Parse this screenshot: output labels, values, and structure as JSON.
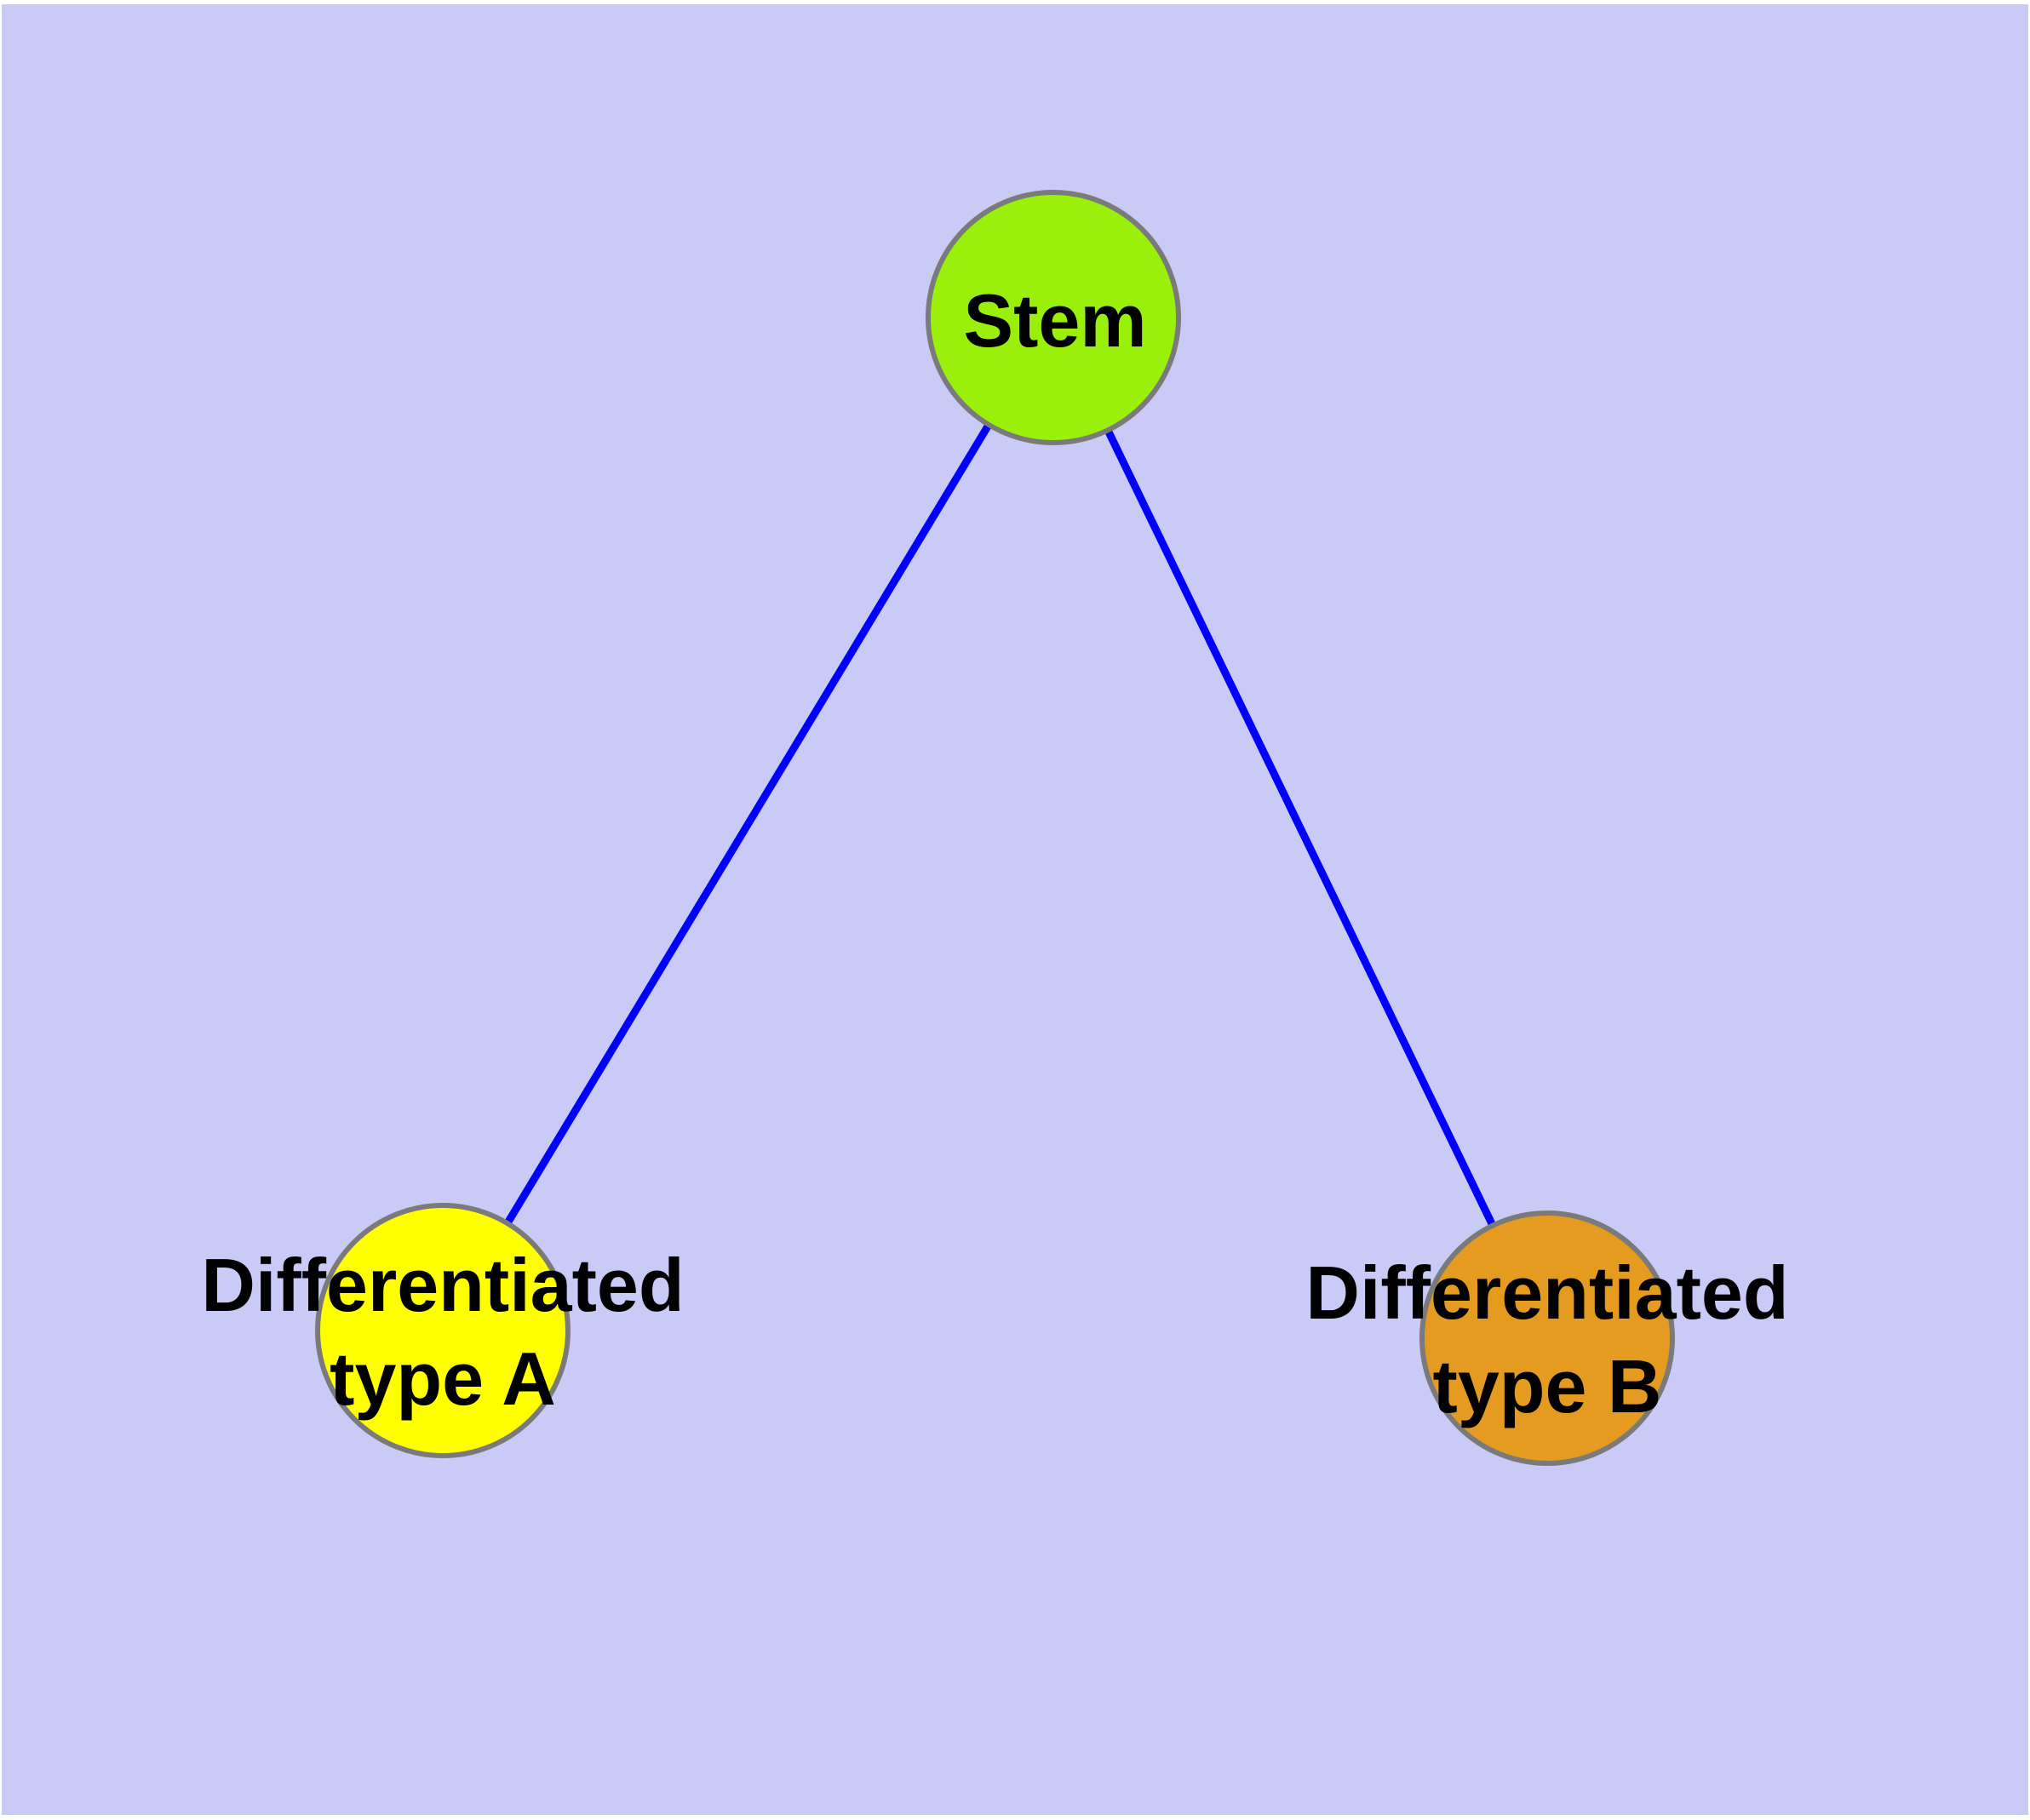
{
  "diagram": {
    "canvas_background_color": "#cacaf6",
    "page_margin_color": "#ffffff",
    "edge_color": "#0000ff",
    "node_border_color": "#7a7a7a",
    "text_color": "#000000",
    "nodes": [
      {
        "id": "stem",
        "label_lines": [
          "Stem",
          ""
        ],
        "label_text": "Stem",
        "fill_color": "#9af00a"
      },
      {
        "id": "differentiated-type-a",
        "label_lines": [
          "Differentiated",
          "type A"
        ],
        "label_text": "Differentiated type A",
        "fill_color": "#ffff00"
      },
      {
        "id": "differentiated-type-b",
        "label_lines": [
          "Differentiated",
          "type B"
        ],
        "label_text": "Differentiated type B",
        "fill_color": "#e49b20"
      }
    ],
    "edges": [
      {
        "from": "Stem",
        "to": "Differentiated type A"
      },
      {
        "from": "Stem",
        "to": "Differentiated type B"
      }
    ]
  }
}
